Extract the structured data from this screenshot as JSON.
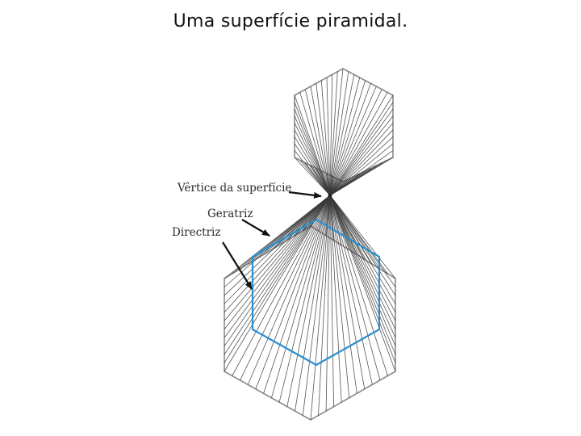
{
  "slide": {
    "title": "Uma superfície piramidal."
  },
  "diagram": {
    "labels": {
      "vertex": "Vêrtice da superfície",
      "generatrix": "Geratriz",
      "directrix": "Directriz"
    },
    "colors": {
      "generatrix_lines": "#3a3a3a",
      "directrix": "#2a8fd0",
      "outline": "#8a8a8a",
      "arrow": "#111111"
    }
  }
}
